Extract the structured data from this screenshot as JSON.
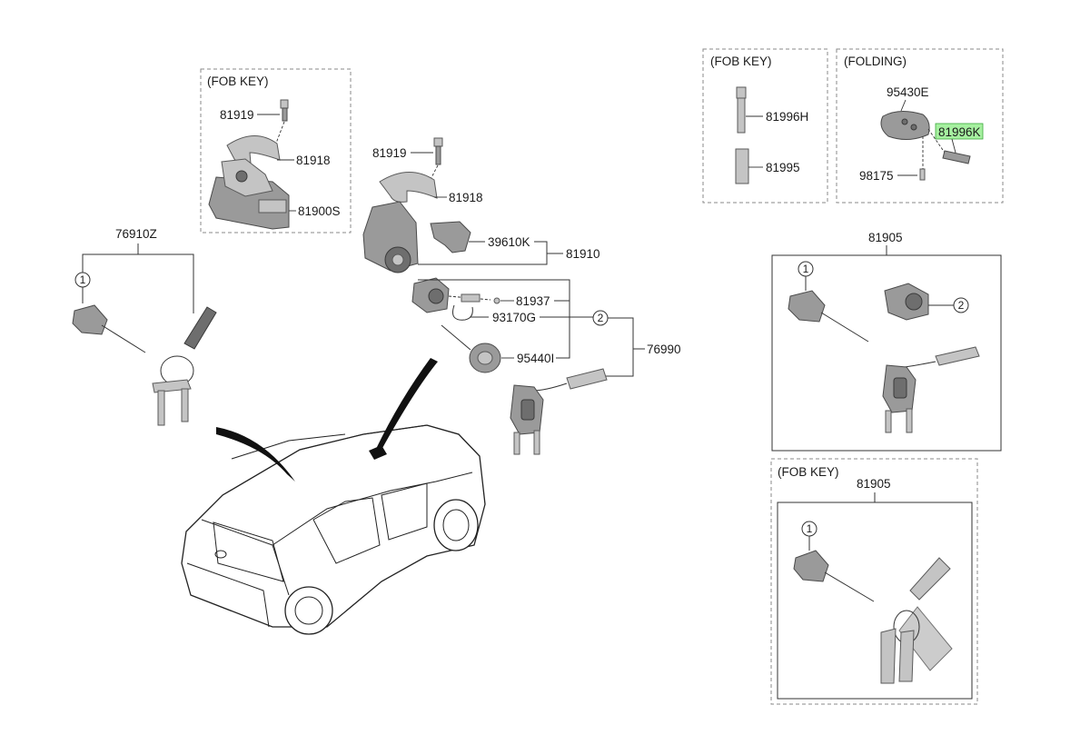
{
  "groups": {
    "fob_key_left": "(FOB KEY)",
    "fob_key_top_right": "(FOB KEY)",
    "folding": "(FOLDING)",
    "fob_key_bottom_right": "(FOB KEY)"
  },
  "parts": {
    "p81919_a": "81919",
    "p81918_a": "81918",
    "p81900S": "81900S",
    "p76910Z": "76910Z",
    "p81919_b": "81919",
    "p81918_b": "81918",
    "p39610K": "39610K",
    "p81910": "81910",
    "p81937": "81937",
    "p93170G": "93170G",
    "p95440I": "95440I",
    "p76990": "76990",
    "p81996H": "81996H",
    "p81995": "81995",
    "p95430E": "95430E",
    "p81996K": "81996K",
    "p98175": "98175",
    "p81905_a": "81905",
    "p81905_b": "81905"
  },
  "callouts": {
    "c1_left": "1",
    "c2_mid": "2",
    "c1_r1": "1",
    "c2_r1": "2",
    "c1_r2": "1"
  },
  "colors": {
    "highlight": "#a6f0a0",
    "highlight_border": "#3ca83c"
  }
}
